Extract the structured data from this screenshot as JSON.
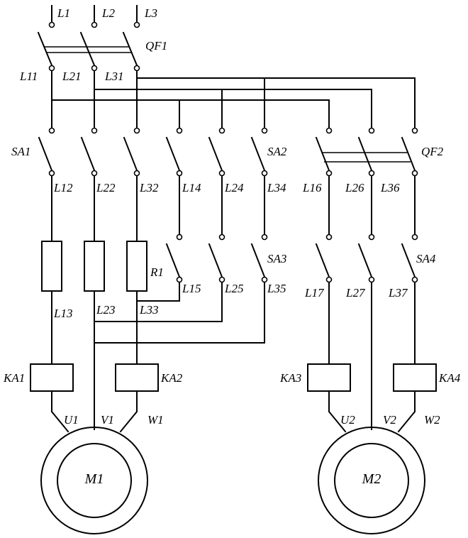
{
  "supply": {
    "l1": "L1",
    "l2": "L2",
    "l3": "L3"
  },
  "breakers": {
    "qf1": "QF1",
    "qf2": "QF2"
  },
  "bus": {
    "l11": "L11",
    "l21": "L21",
    "l31": "L31"
  },
  "switches": {
    "sa1": "SA1",
    "sa2": "SA2",
    "sa3": "SA3",
    "sa4": "SA4"
  },
  "nodes": {
    "l12": "L12",
    "l22": "L22",
    "l32": "L32",
    "l14": "L14",
    "l24": "L24",
    "l34": "L34",
    "l16": "L16",
    "l26": "L26",
    "l36": "L36",
    "l15": "L15",
    "l25": "L25",
    "l35": "L35",
    "l17": "L17",
    "l27": "L27",
    "l37": "L37",
    "l13": "L13",
    "l23": "L23",
    "l33": "L33"
  },
  "resistor": "R1",
  "contactors": {
    "ka1": "KA1",
    "ka2": "KA2",
    "ka3": "KA3",
    "ka4": "KA4"
  },
  "motor1": {
    "name": "M1",
    "u": "U1",
    "v": "V1",
    "w": "W1"
  },
  "motor2": {
    "name": "M2",
    "u": "U2",
    "v": "V2",
    "w": "W2"
  }
}
